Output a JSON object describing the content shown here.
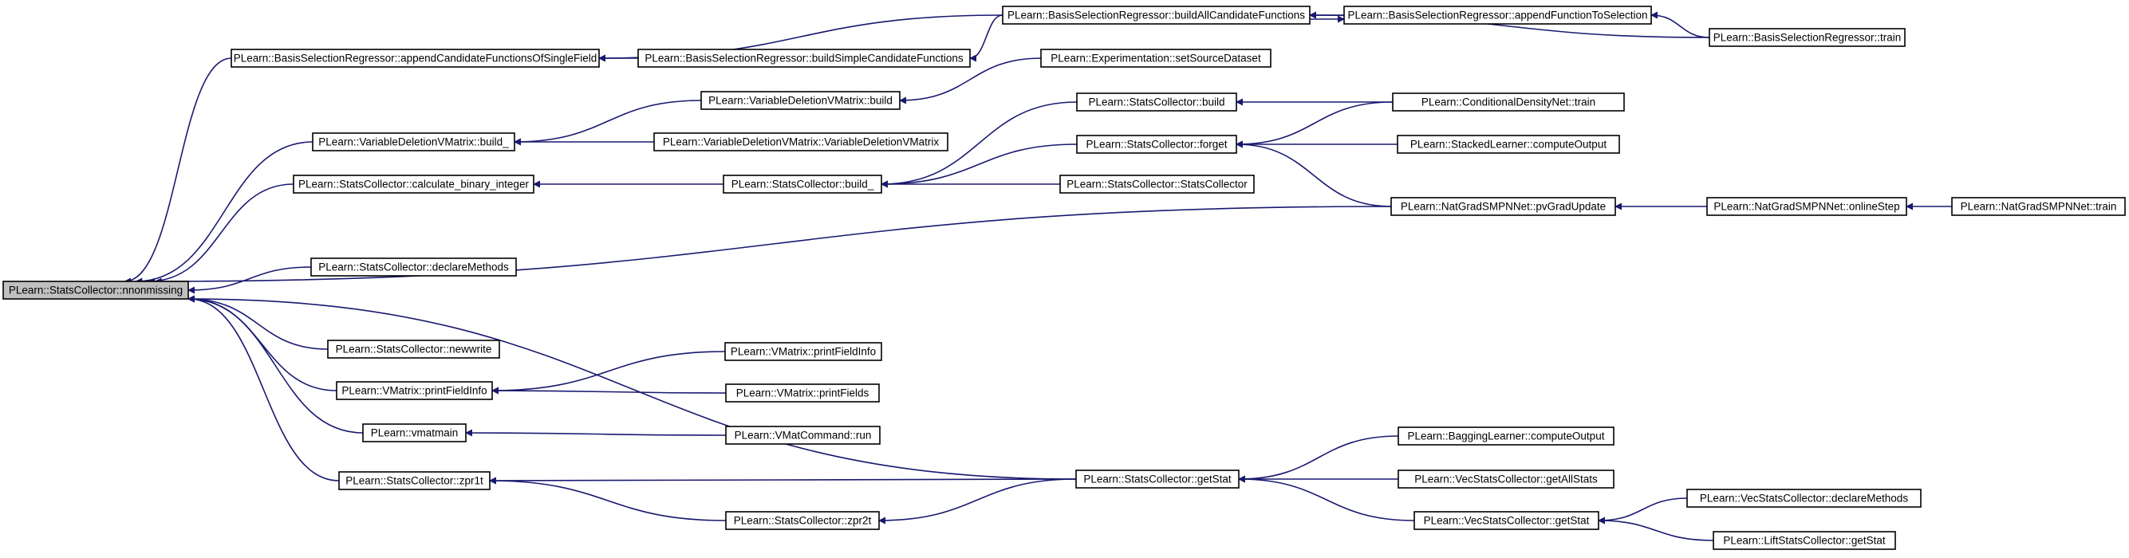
{
  "colors": {
    "edge": "#191970",
    "root_fill": "#bfbfbf",
    "node_fill": "#ffffff",
    "node_border": "#000000"
  },
  "nodes": {
    "nonmissing": "PLearn::StatsCollector::nnonmissing",
    "appendCandidate": "PLearn::BasisSelectionRegressor::appendCandidateFunctionsOfSingleField",
    "vdBuild_": "PLearn::VariableDeletionVMatrix::build_",
    "calcBinary": "PLearn::StatsCollector::calculate_binary_integer",
    "declareMethods": "PLearn::StatsCollector::declareMethods",
    "newwrite": "PLearn::StatsCollector::newwrite",
    "vmPrintFieldInfo": "PLearn::VMatrix::printFieldInfo",
    "vmatmain": "PLearn::vmatmain",
    "zpr1t": "PLearn::StatsCollector::zpr1t",
    "buildAll": "PLearn::BasisSelectionRegressor::buildAllCandidateFunctions",
    "buildSimple": "PLearn::BasisSelectionRegressor::buildSimpleCandidateFunctions",
    "appendFunction": "PLearn::BasisSelectionRegressor::appendFunctionToSelection",
    "bsrTrain": "PLearn::BasisSelectionRegressor::train",
    "setSource": "PLearn::Experimentation::setSourceDataset",
    "vdBuild": "PLearn::VariableDeletionVMatrix::build",
    "vdCtor": "PLearn::VariableDeletionVMatrix::VariableDeletionVMatrix",
    "scBuild": "PLearn::StatsCollector::build",
    "scForget": "PLearn::StatsCollector::forget",
    "scBuild_": "PLearn::StatsCollector::build_",
    "scCtor": "PLearn::StatsCollector::StatsCollector",
    "cdnTrain": "PLearn::ConditionalDensityNet::train",
    "stackedCompute": "PLearn::StackedLearner::computeOutput",
    "pvGrad": "PLearn::NatGradSMPNNet::pvGradUpdate",
    "onlineStep": "PLearn::NatGradSMPNNet::onlineStep",
    "ngTrain": "PLearn::NatGradSMPNNet::train",
    "vmPrintFieldInfo2": "PLearn::VMatrix::printFieldInfo",
    "vmPrintFields": "PLearn::VMatrix::printFields",
    "vmatRun": "PLearn::VMatCommand::run",
    "getStat": "PLearn::StatsCollector::getStat",
    "zpr2t": "PLearn::StatsCollector::zpr2t",
    "baggingCompute": "PLearn::BaggingLearner::computeOutput",
    "vecGetAll": "PLearn::VecStatsCollector::getAllStats",
    "vecGetStat": "PLearn::VecStatsCollector::getStat",
    "vecDeclare": "PLearn::VecStatsCollector::declareMethods",
    "liftGetStat": "PLearn::LiftStatsCollector::getStat"
  }
}
